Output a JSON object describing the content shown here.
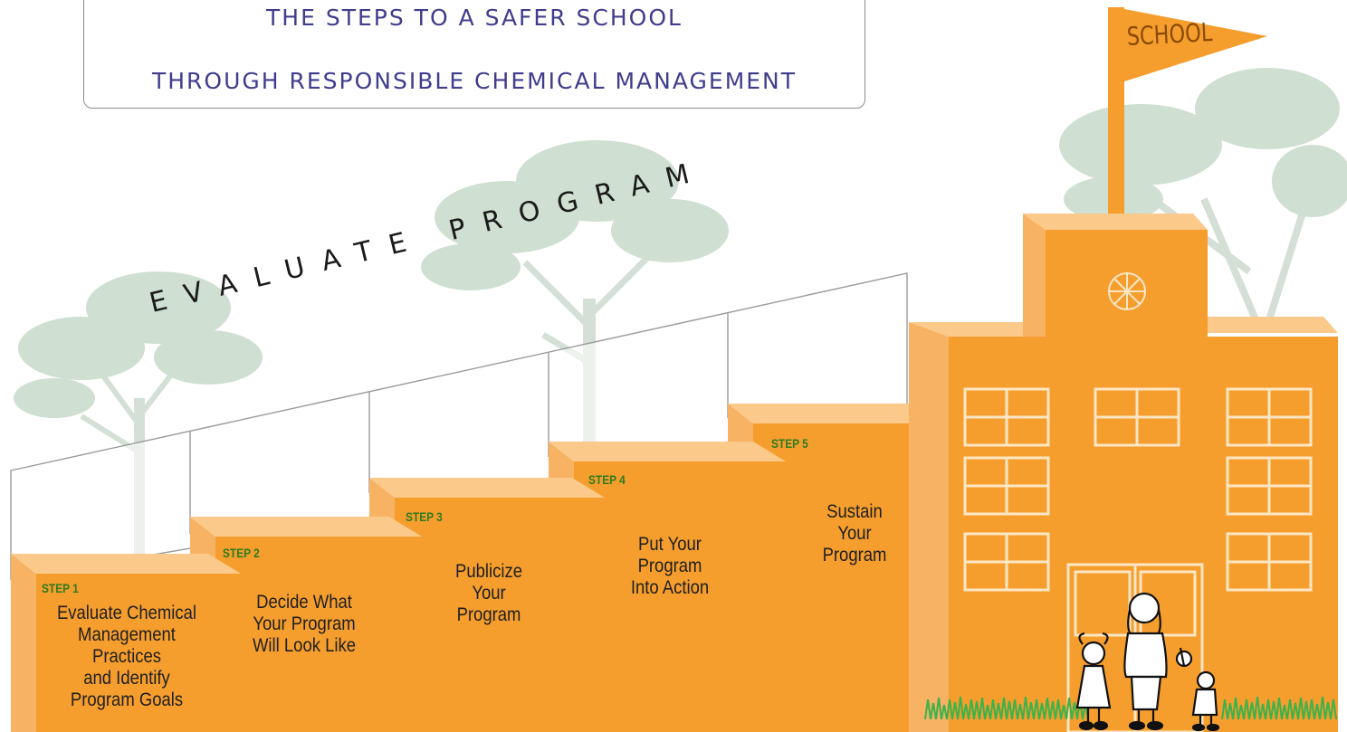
{
  "title": {
    "line1": "THE STEPS TO A SAFER SCHOOL",
    "line2": "THROUGH RESPONSIBLE CHEMICAL MANAGEMENT"
  },
  "evaluate_label": "EVALUATE PROGRAM",
  "flag_label": "SCHOOL",
  "steps": [
    {
      "tag": "STEP 1",
      "lines": [
        "Evaluate Chemical",
        "Management",
        "Practices",
        "and Identify",
        "Program Goals"
      ]
    },
    {
      "tag": "STEP 2",
      "lines": [
        "Decide What",
        "Your Program",
        "Will Look Like"
      ]
    },
    {
      "tag": "STEP 3",
      "lines": [
        "Publicize",
        "Your",
        "Program"
      ]
    },
    {
      "tag": "STEP 4",
      "lines": [
        "Put Your",
        "Program",
        "Into Action"
      ]
    },
    {
      "tag": "STEP 5",
      "lines": [
        "Sustain",
        "Your",
        "Program"
      ]
    }
  ],
  "colors": {
    "step_front": "#f59e2e",
    "step_top": "#fbc98a",
    "step_side": "#f7b264",
    "step_label": "#2f7a1e",
    "title_text": "#3f3d8c",
    "flag": "#f59e2e",
    "tree": "#c9d9cc",
    "grass": "#3bb24a"
  }
}
